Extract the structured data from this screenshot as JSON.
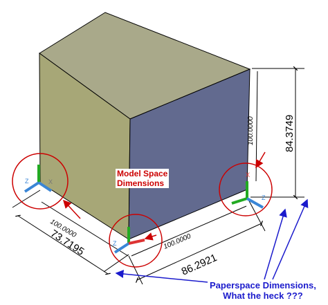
{
  "colors": {
    "cube_top": "#a9a98a",
    "cube_left": "#a7a777",
    "cube_right": "#626a8f",
    "annotation_red": "#cc0000",
    "annotation_blue": "#1a1acc",
    "dimension_line": "#000000",
    "ucs_green": "#22aa22",
    "ucs_blue": "#3a86d6",
    "ucs_red": "#dd3333"
  },
  "annotations": {
    "model_space_line1": "Model Space",
    "model_space_line2": "Dimensions",
    "paperspace_line1": "Paperspace Dimensions,",
    "paperspace_line2": "What the heck ???"
  },
  "dimensions": {
    "model_left": "100.0000",
    "model_right": "100.0000",
    "model_vertical": "100.0000",
    "paper_left": "73.7195",
    "paper_right": "86.2921",
    "paper_vertical": "84.3749"
  },
  "icons": [
    "ucs-icon",
    "ucs-icon",
    "ucs-icon"
  ]
}
